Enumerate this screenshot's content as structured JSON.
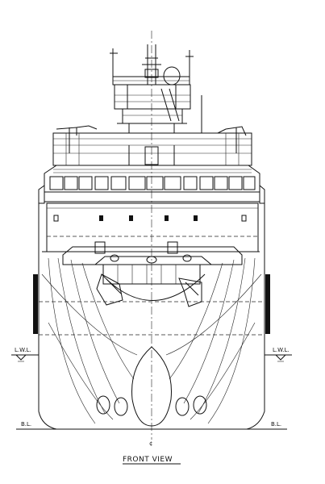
{
  "labels": {
    "title": "FRONT VIEW",
    "waterline_left": "L.W.L.",
    "waterline_right": "L.W.L.",
    "baseline_left": "B.L.",
    "baseline_right": "B.L.",
    "centerline": "¢"
  }
}
